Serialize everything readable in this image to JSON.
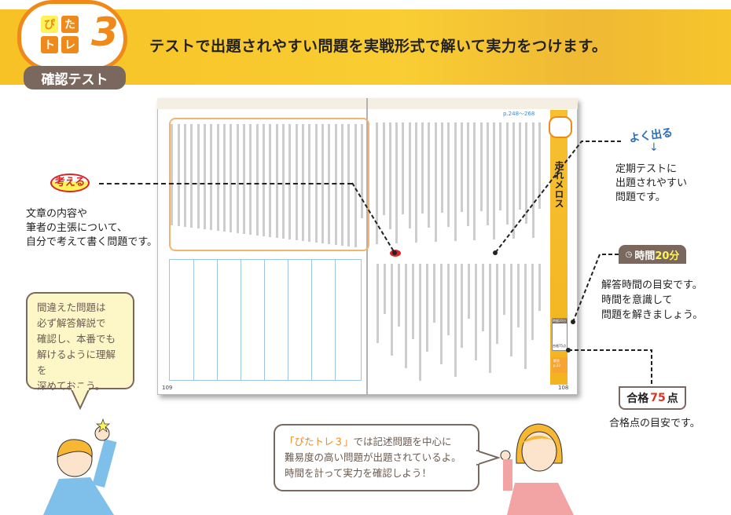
{
  "header": {
    "logo_chars": [
      "ぴ",
      "た",
      "ト",
      "レ"
    ],
    "logo_number": "3",
    "logo_badge": "確認テスト",
    "headline": "テストで出題されやすい問題を実戦形式で解いて実力をつけます。"
  },
  "book": {
    "page_ref": "p.248～268",
    "title": "走れメロス",
    "left_page_number": "109",
    "right_page_number": "108",
    "mini_time": "時間20分",
    "mini_score": "合格75点",
    "mini_answer": "解答 p.22"
  },
  "callouts": {
    "think": {
      "label": "考える",
      "lines": [
        "文章の内容や",
        "筆者の主張について、",
        "自分で考えて書く問題です。"
      ]
    },
    "frequent": {
      "label": "よく出る",
      "arrow": "↓",
      "lines": [
        "定期テストに",
        "出題されやすい",
        "問題です。"
      ]
    },
    "time": {
      "label_prefix": "時間",
      "label_value": "20分",
      "lines": [
        "解答時間の目安です。",
        "時間を意識して",
        "問題を解きましょう。"
      ]
    },
    "pass": {
      "label_prefix": "合格",
      "label_value": "75",
      "label_suffix": "点",
      "lines": [
        "合格点の目安です。"
      ]
    }
  },
  "bubbles": {
    "boy": [
      "間違えた問題は",
      "必ず解答解説で",
      "確認し、本番でも",
      "解けるように理解を",
      "深めておこう。"
    ],
    "girl": {
      "highlight": "「ぴたトレ３」",
      "line1_rest": "では記述問題を中心に",
      "line2": "難易度の高い問題が出題されているよ。",
      "line3": "時間を計って実力を確認しよう！"
    }
  },
  "colors": {
    "orange": "#ef8a1a",
    "banner": "#f7c52b",
    "brown": "#7a675e",
    "red": "#e03020",
    "blue": "#2e6fb5"
  }
}
